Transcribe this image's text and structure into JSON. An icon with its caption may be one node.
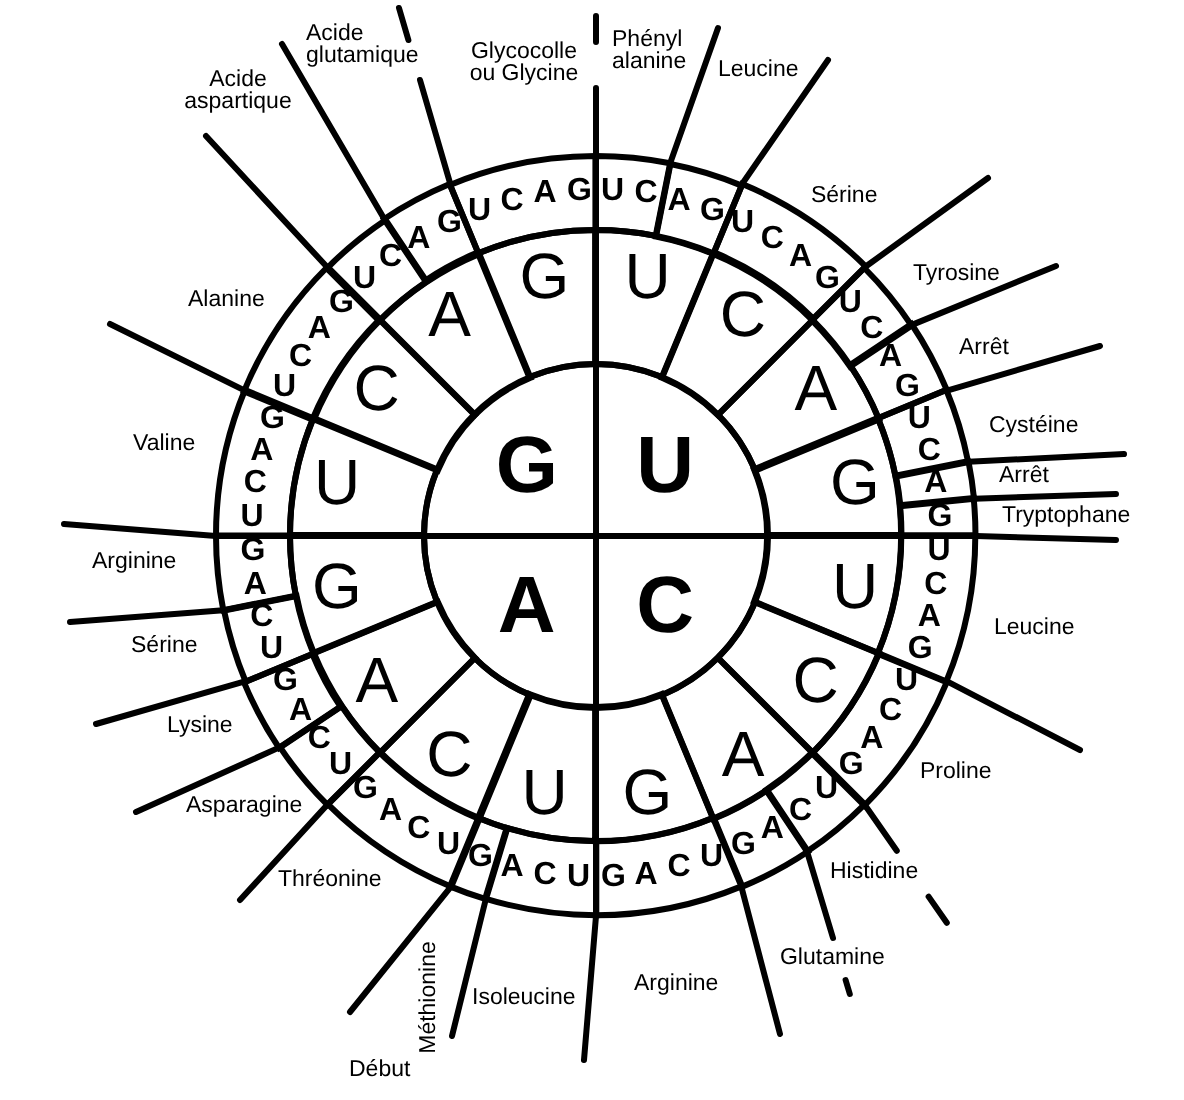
{
  "diagram": {
    "nodes": [
      {
        "text": [
          "U"
        ]
      },
      {
        "text": [
          "C"
        ]
      },
      {
        "text": [
          "A"
        ]
      },
      {
        "text": [
          "G"
        ]
      },
      {
        "text": [
          "U"
        ]
      },
      {
        "text": [
          "C"
        ]
      },
      {
        "text": [
          "A"
        ]
      },
      {
        "text": [
          "G"
        ]
      },
      {
        "text": [
          "U"
        ]
      },
      {
        "text": [
          "C"
        ]
      },
      {
        "text": [
          "A"
        ]
      },
      {
        "text": [
          "G"
        ]
      },
      {
        "text": [
          "U"
        ]
      },
      {
        "text": [
          "C"
        ]
      },
      {
        "text": [
          "A"
        ]
      },
      {
        "text": [
          "G"
        ]
      },
      {
        "text": [
          "U"
        ]
      },
      {
        "text": [
          "C"
        ]
      },
      {
        "text": [
          "A"
        ]
      },
      {
        "text": [
          "G"
        ]
      },
      {
        "text": [
          "U",
          "C"
        ],
        "beside": [
          "Phényl alanine"
        ]
      },
      {
        "text": [
          "A",
          "G"
        ],
        "beside": [
          "Leucine"
        ]
      },
      {
        "text": [
          "U",
          "C",
          "A",
          "G"
        ],
        "beside": [
          "Sérine"
        ]
      },
      {
        "text": [
          "U",
          "C"
        ],
        "beside": [
          "Tyrosine"
        ]
      },
      {
        "text": [
          "A",
          "G"
        ],
        "beside": [
          "Arrêt"
        ]
      },
      {
        "text": [
          "U",
          "C"
        ],
        "beside": [
          "Cystéine"
        ]
      },
      {
        "text": [
          "A"
        ],
        "beside": [
          "Arrêt"
        ]
      },
      {
        "text": [
          "G"
        ],
        "beside": [
          "Tryptophane"
        ]
      },
      {
        "text": [
          "U",
          "C",
          "A",
          "G"
        ],
        "beside": [
          "Leucine"
        ]
      },
      {
        "text": [
          "U",
          "C",
          "A",
          "G"
        ],
        "beside": [
          "Proline"
        ]
      },
      {
        "text": [
          "U",
          "C"
        ],
        "beside": [
          "Histidine"
        ]
      },
      {
        "text": [
          "A",
          "G"
        ],
        "beside": [
          "Glutamine"
        ]
      },
      {
        "text": [
          "G",
          "A",
          "C",
          "U"
        ],
        "beside": [
          "Arginine"
        ]
      },
      {
        "text": [
          "A",
          "C",
          "U"
        ],
        "beside": [
          "Isoleucine"
        ]
      },
      {
        "text": [
          "G"
        ],
        "beside": [
          "Méthionine",
          "Début"
        ]
      },
      {
        "text": [
          "G",
          "A",
          "C",
          "U"
        ],
        "beside": [
          "Thréonine"
        ]
      },
      {
        "text": [
          "C",
          "U"
        ],
        "beside": [
          "Asparagine"
        ]
      },
      {
        "text": [
          "G",
          "A"
        ],
        "beside": [
          "Lysine"
        ]
      },
      {
        "text": [
          "C",
          "U"
        ],
        "beside": [
          "Sérine"
        ]
      },
      {
        "text": [
          "G",
          "A"
        ],
        "beside": [
          "Arginine"
        ]
      },
      {
        "text": [
          "G",
          "A",
          "C",
          "U"
        ],
        "beside": [
          "Valine"
        ]
      },
      {
        "text": [
          "U",
          "C",
          "A",
          "G"
        ],
        "beside": [
          "Alanine"
        ]
      },
      {
        "text": [
          "U",
          "C"
        ]
      },
      {
        "text": [
          "A",
          "G"
        ]
      },
      {
        "text": [
          "U",
          "C",
          "A",
          "G"
        ],
        "beside": [
          "Glycocolle ou Glycine"
        ]
      }
    ],
    "labels": [
      "Acide glutamique",
      "Acide aspartique"
    ]
  }
}
